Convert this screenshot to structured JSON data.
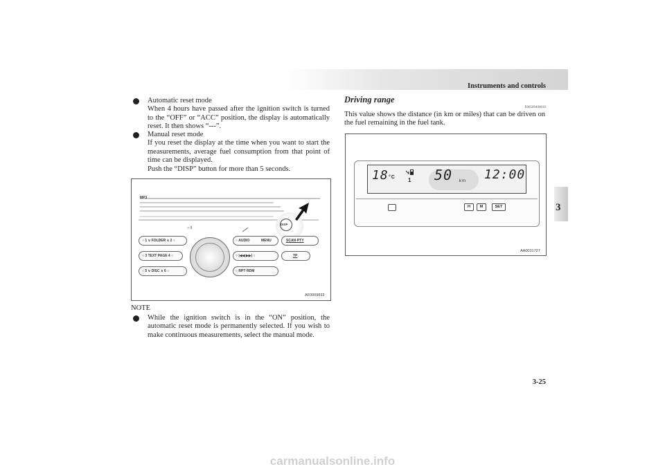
{
  "header": {
    "title": "Instruments and controls",
    "chapter": "3",
    "page_number": "3-25"
  },
  "left_column": {
    "bullets": [
      {
        "title": "Automatic reset mode",
        "body": "When 4 hours have passed after the ignition switch is turned to the “OFF” or “ACC” position, the display is automatically reset. It then shows “---”."
      },
      {
        "title": "Manual reset mode",
        "body": "If you reset the display at the time when you want to start the measurements, average fuel consumption from that point of time can be displayed.",
        "extra": "Push the “DISP” button for more than 5 seconds."
      }
    ],
    "figure": {
      "id": "AF0009833",
      "labels": {
        "mp3": "MP3",
        "disp": "DISP",
        "power": "○ I",
        "folder": "○ 1   ∨ FOLDER ∧   2 ○",
        "text_page": "○ 3  TEXT PAGE  4 ○",
        "disc": "○ 5  ∨ DISC ∧   6 ○",
        "audio": "○  AUDIO",
        "menu": "MENU",
        "seek": "○  |◀◀      ▶▶|  ○",
        "rpt_rdm": "○     RPT·RDM",
        "scan_pty": "SCAN·PTY",
        "tp": "TP"
      }
    },
    "note": {
      "label": "NOTE",
      "text": "While the ignition switch is in the “ON” position, the automatic reset mode is permanently selected. If you wish to make continuous measurements, select the manual mode."
    }
  },
  "right_column": {
    "section_title": "Driving range",
    "section_code": "E00509400016",
    "paragraph": "This value shows the distance (in km or miles) that can be driven on the fuel remaining in the fuel tank.",
    "figure": {
      "id": "AA0031727",
      "display": {
        "temperature": "18",
        "temp_unit": "°C",
        "indicator": "1",
        "distance": "50",
        "distance_unit": "km",
        "clock": "12:00"
      },
      "buttons": {
        "h": "H",
        "m": "M",
        "set": "SET"
      }
    }
  },
  "watermark": "carmanualsonline.info"
}
